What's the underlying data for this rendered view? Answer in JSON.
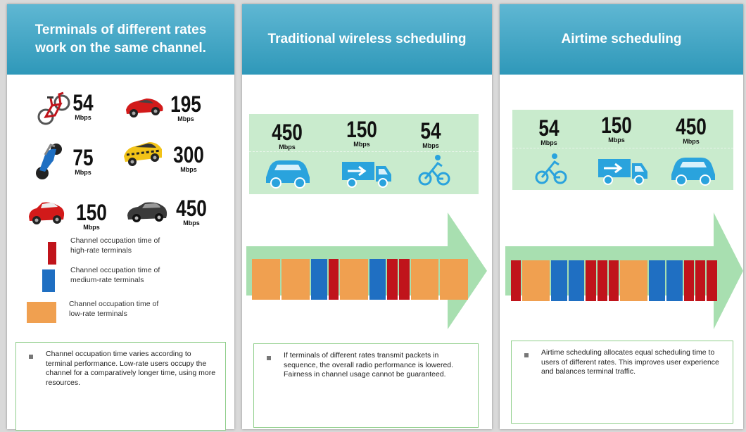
{
  "colors": {
    "header": "#3fa6c6",
    "high_rate": "#c0141b",
    "medium_rate": "#1f6fc2",
    "low_rate": "#f0a050",
    "arrow": "#a8dfb0",
    "vehicle_blue": "#2aa3dd"
  },
  "panel1": {
    "title_line1": "Terminals of different rates",
    "title_line2": "work on the same channel.",
    "terminals": [
      {
        "icon": "bicycle-icon",
        "rate": "54",
        "unit": "Mbps"
      },
      {
        "icon": "sports-car-icon",
        "rate": "195",
        "unit": "Mbps"
      },
      {
        "icon": "motorcycle-icon",
        "rate": "75",
        "unit": "Mbps"
      },
      {
        "icon": "taxi-icon",
        "rate": "300",
        "unit": "Mbps"
      },
      {
        "icon": "sedan-icon",
        "rate": "150",
        "unit": "Mbps"
      },
      {
        "icon": "suv-icon",
        "rate": "450",
        "unit": "Mbps"
      }
    ],
    "legend": [
      {
        "line1": "Channel occupation time of",
        "line2": "high-rate terminals"
      },
      {
        "line1": "Channel occupation time of",
        "line2": "medium-rate terminals"
      },
      {
        "line1": "Channel occupation time of",
        "line2": "low-rate terminals"
      }
    ],
    "note": "Channel occupation time varies according to terminal performance. Low-rate users occupy the channel for a comparatively longer time, using more resources."
  },
  "panel2": {
    "title": "Traditional wireless scheduling",
    "vehicles": [
      {
        "icon": "car-icon",
        "rate": "450",
        "unit": "Mbps"
      },
      {
        "icon": "truck-icon",
        "rate": "150",
        "unit": "Mbps"
      },
      {
        "icon": "cyclist-icon",
        "rate": "54",
        "unit": "Mbps"
      }
    ],
    "sequence": [
      "low",
      "low",
      "medium",
      "high",
      "low",
      "medium",
      "high",
      "high",
      "low",
      "low"
    ],
    "note": "If terminals of different rates transmit packets in sequence, the overall radio performance is lowered. Fairness in channel usage cannot be guaranteed."
  },
  "panel3": {
    "title": "Airtime scheduling",
    "vehicles": [
      {
        "icon": "cyclist-icon",
        "rate": "54",
        "unit": "Mbps"
      },
      {
        "icon": "truck-icon",
        "rate": "150",
        "unit": "Mbps"
      },
      {
        "icon": "car-icon",
        "rate": "450",
        "unit": "Mbps"
      }
    ],
    "sequence": [
      "high",
      "low",
      "medium",
      "medium",
      "high",
      "high",
      "high",
      "low",
      "medium",
      "medium",
      "high",
      "high",
      "high"
    ],
    "note": "Airtime scheduling allocates equal scheduling time to users of different rates. This improves user experience and balances terminal traffic."
  }
}
